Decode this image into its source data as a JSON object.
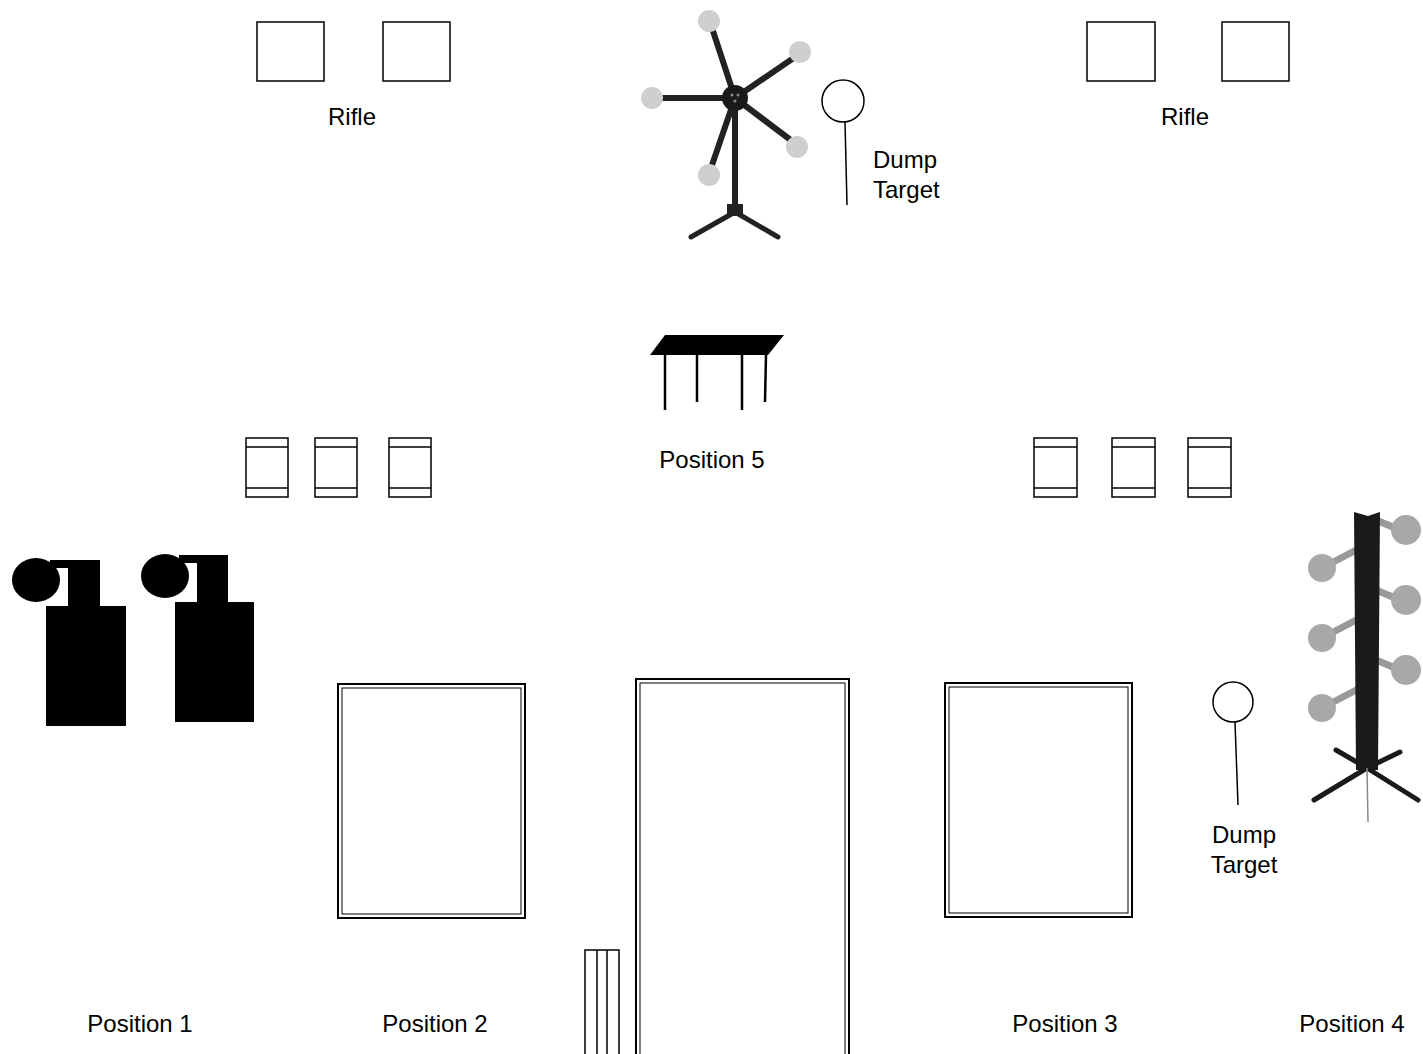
{
  "diagram": {
    "labels": [
      "Rifle",
      "Dump Target",
      "Rifle",
      "Position 5",
      "Dump Target",
      "Position 1",
      "Position 2",
      "Position 3",
      "Position 4"
    ]
  }
}
